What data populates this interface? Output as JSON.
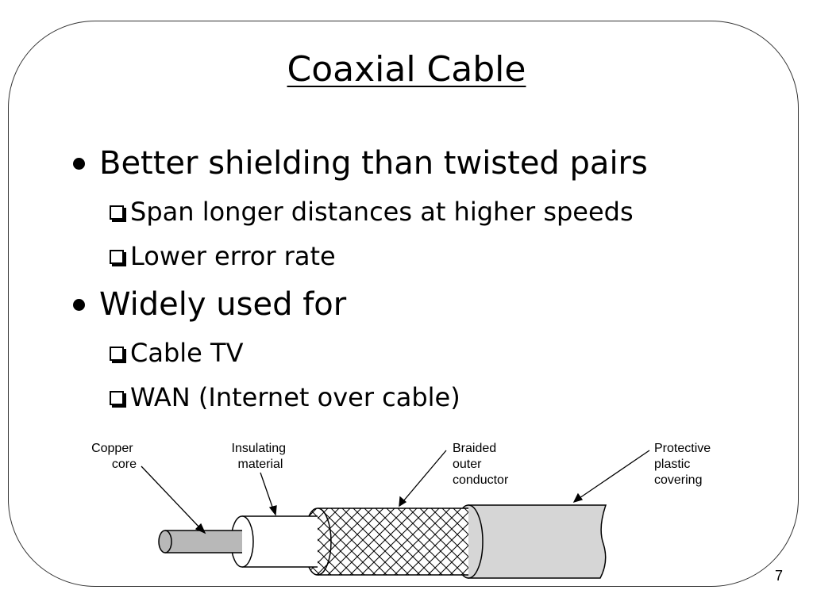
{
  "slide": {
    "title": "Coaxial Cable",
    "page_number": "7"
  },
  "bullets": [
    {
      "text": "Better shielding than twisted pairs",
      "subitems": [
        "Span longer distances at higher speeds",
        "Lower error rate"
      ]
    },
    {
      "text": "Widely used for",
      "subitems": [
        "Cable TV",
        "WAN (Internet over cable)"
      ]
    }
  ],
  "diagram": {
    "labels": {
      "copper_core": [
        "Copper",
        "core"
      ],
      "insulating_material": [
        "Insulating",
        "material"
      ],
      "braided_outer_conductor": [
        "Braided",
        "outer",
        "conductor"
      ],
      "protective_plastic_covering": [
        "Protective",
        "plastic",
        "covering"
      ]
    },
    "colors": {
      "core_fill": "#b8b8b8",
      "covering_fill": "#d6d6d6",
      "insulator_fill": "#ffffff"
    }
  }
}
